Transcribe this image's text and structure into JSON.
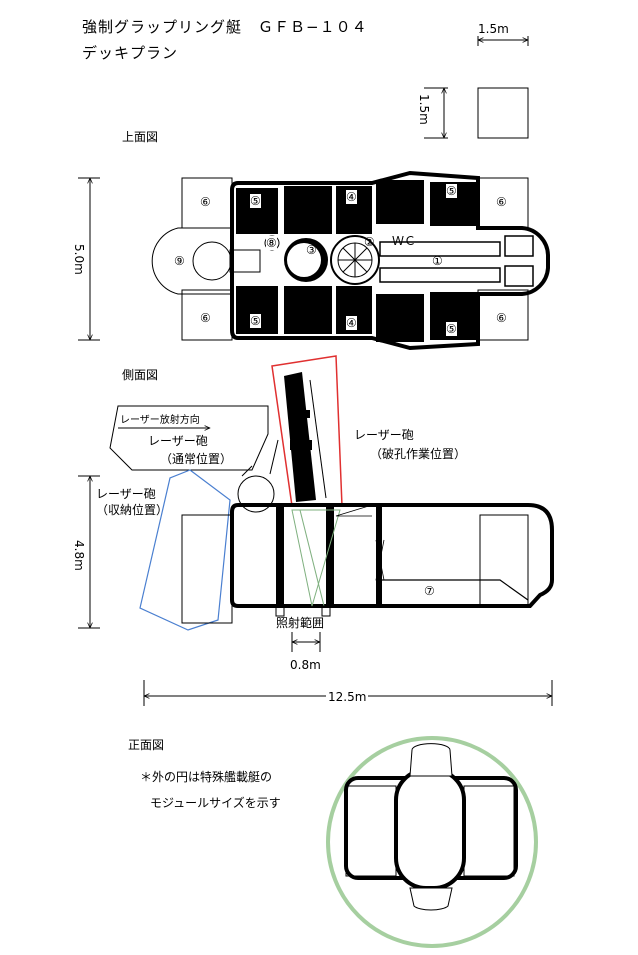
{
  "title_line1": "強制グラップリング艇　ＧＦＢ−１０４",
  "title_line2": "デッキプラン",
  "views": {
    "top": "上面図",
    "side": "側面図",
    "front": "正面図"
  },
  "module_scale": {
    "width": "1.5m",
    "height": "1.5m"
  },
  "top_view": {
    "height_dim": "5.0m",
    "wc": "ＷＣ",
    "markers": {
      "m1": "①",
      "m2": "②",
      "m3": "③",
      "m4": "④",
      "m5": "⑤",
      "m6": "⑥",
      "m7": "⑦",
      "m8": "⑧",
      "m9": "⑨"
    }
  },
  "side_view": {
    "emission_direction": "レーザー放射方向",
    "laser_normal": "レーザー砲",
    "laser_normal_pos": "（通常位置）",
    "laser_breach": "レーザー砲",
    "laser_breach_pos": "（破孔作業位置）",
    "laser_stowed": "レーザー砲",
    "laser_stowed_pos": "（収納位置）",
    "height_dim": "4.8m",
    "irradiation_range": "照射範囲",
    "range_dim": "0.8m",
    "length_dim": "12.5m"
  },
  "front_view": {
    "note_line1": "＊外の円は特殊艦載艇の",
    "note_line2": "モジュールサイズを示す"
  },
  "colors": {
    "stroke": "#000000",
    "laser_red": "#e03030",
    "stowed_blue": "#4a7fd0",
    "beam_green": "#7fb07f",
    "module_circle": "#a6cfa0"
  }
}
